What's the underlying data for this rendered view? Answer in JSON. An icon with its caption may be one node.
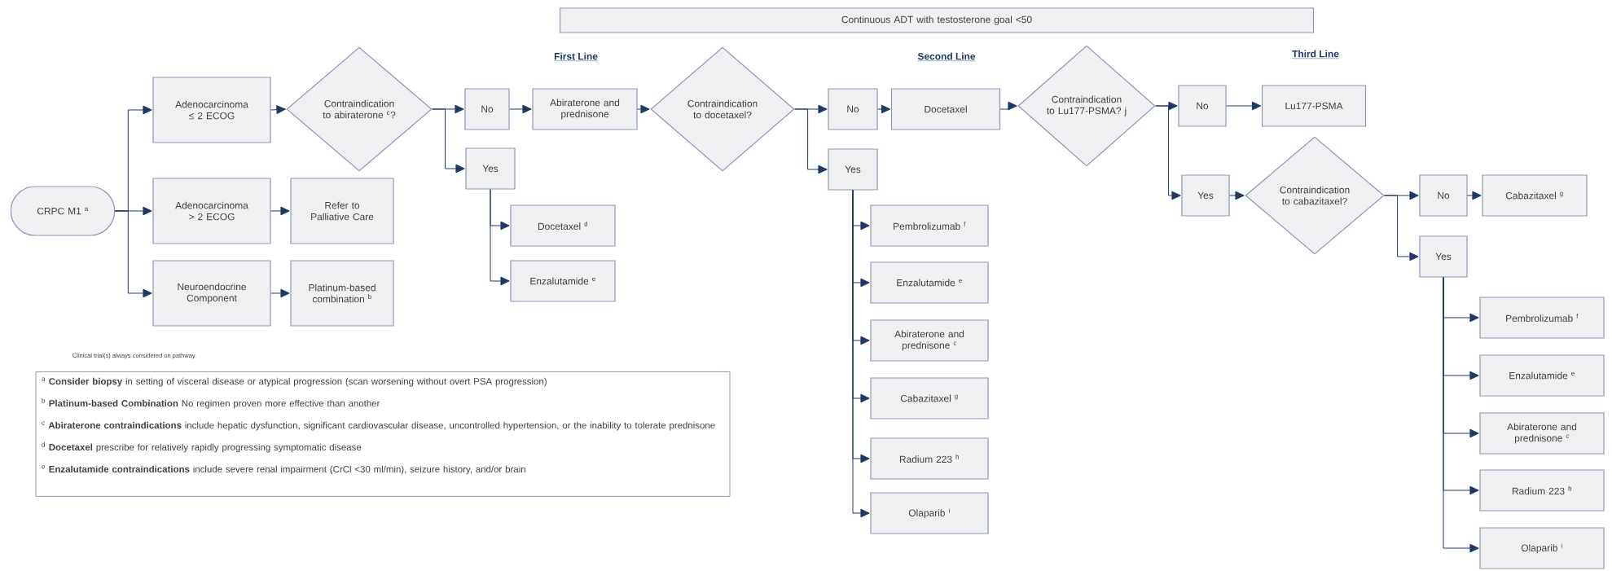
{
  "diagram": {
    "nodes": [
      {
        "text": [
          "Continuous ADT with testosterone goal <50"
        ]
      },
      {
        "text": [
          "CRPC M1 $^{a}$"
        ]
      },
      {
        "text": [
          "Adenocarcinoma ≤ 2 ECOG"
        ]
      },
      {
        "text": [
          "Contraindication to abiraterone $^{c}$?"
        ]
      },
      {
        "text": [
          "No"
        ]
      },
      {
        "text": [
          "Abiraterone and prednisone"
        ]
      },
      {
        "text": [
          "Contraindication to docetaxel?"
        ]
      },
      {
        "text": [
          "No"
        ]
      },
      {
        "text": [
          "Docetaxel"
        ]
      },
      {
        "text": [
          "Contraindication to Lu177-PSMA? j"
        ]
      },
      {
        "text": [
          "No"
        ]
      },
      {
        "text": [
          "Lu177-PSMA"
        ]
      },
      {
        "text": [
          "Yes"
        ]
      },
      {
        "text": [
          "Docetaxel $^{d}$"
        ]
      },
      {
        "text": [
          "Enzalutamide $^{e}$"
        ]
      },
      {
        "text": [
          "Adenocarcinoma > 2 ECOG"
        ]
      },
      {
        "text": [
          "Refer to Palliative Care"
        ]
      },
      {
        "text": [
          "Neuroendocrine Component"
        ]
      },
      {
        "text": [
          "Platinum-based combination $^{b}$"
        ]
      },
      {
        "text": [
          "Yes"
        ]
      },
      {
        "text": [
          "Pembrolizumab $^{f}$"
        ]
      },
      {
        "text": [
          "Enzalutamide $^{e}$"
        ]
      },
      {
        "text": [
          "Abiraterone and prednisone $^{c}$"
        ]
      },
      {
        "text": [
          "Cabazitaxel $^{g}$"
        ]
      },
      {
        "text": [
          "Radium 223 $^{h}$"
        ]
      },
      {
        "text": [
          "Olaparib $^{i}$"
        ]
      },
      {
        "text": [
          "Yes"
        ]
      },
      {
        "text": [
          "Contraindication to cabazitaxel?"
        ]
      },
      {
        "text": [
          "No"
        ]
      },
      {
        "text": [
          "Cabazitaxel $^{g}$"
        ]
      },
      {
        "text": [
          "Yes"
        ]
      },
      {
        "text": [
          "Pembrolizumab $^{f}$"
        ]
      },
      {
        "text": [
          "Enzalutamide $^{e}$"
        ]
      },
      {
        "text": [
          "Abiraterone and prednisone $^{c}$"
        ]
      },
      {
        "text": [
          "Radium 223 $^{h}$"
        ]
      },
      {
        "text": [
          "Olaparib $^{i}$"
        ]
      },
      {
        "text": [
          "$^{a}$ **Consider biopsy** in setting of visceral disease or atypical progression (scan worsening without overt PSA progression)",
          "$^{b}$ **Platinum-based Combination** No regimen proven more effective than another",
          "$^{c}$ **Abiraterone contraindications** include hepatic dysfunction, significant cardiovascular disease, uncontrolled hypertension, or the inability to tolerate prednisone",
          "$^{d}$ **Docetaxel** prescribe for relatively rapidly progressing symptomatic disease",
          "$^{e}$ **Enzalutamide contraindications** include severe renal impairment (CrCl <30 ml/min), seizure history, and/or brain"
        ]
      }
    ],
    "edges": [
      {
        "from": 1,
        "to": 2,
        "arrow": "to"
      },
      {
        "from": 1,
        "to": 15,
        "arrow": "to"
      },
      {
        "from": 1,
        "to": 17,
        "arrow": "to"
      },
      {
        "from": 2,
        "to": 3,
        "arrow": "to"
      },
      {
        "from": 3,
        "to": 4,
        "arrow": "to"
      },
      {
        "from": 3,
        "to": 12,
        "arrow": "to"
      },
      {
        "from": 4,
        "to": 5,
        "arrow": "to"
      },
      {
        "from": 5,
        "to": 6,
        "arrow": "to"
      },
      {
        "from": 6,
        "to": 7,
        "arrow": "to"
      },
      {
        "from": 6,
        "to": 19,
        "arrow": "to"
      },
      {
        "from": 7,
        "to": 8,
        "arrow": "to"
      },
      {
        "from": 8,
        "to": 9,
        "arrow": "to"
      },
      {
        "from": 9,
        "to": 10,
        "arrow": "to"
      },
      {
        "from": 9,
        "to": 26,
        "arrow": "to"
      },
      {
        "from": 10,
        "to": 11,
        "arrow": "to"
      },
      {
        "from": 12,
        "to": 13,
        "arrow": "to"
      },
      {
        "from": 12,
        "to": 14,
        "arrow": "to"
      },
      {
        "from": 15,
        "to": 16,
        "arrow": "to"
      },
      {
        "from": 17,
        "to": 18,
        "arrow": "to"
      },
      {
        "from": 19,
        "to": 20,
        "arrow": "to"
      },
      {
        "from": 19,
        "to": 21,
        "arrow": "to"
      },
      {
        "from": 19,
        "to": 22,
        "arrow": "to"
      },
      {
        "from": 19,
        "to": 23,
        "arrow": "to"
      },
      {
        "from": 19,
        "to": 24,
        "arrow": "to"
      },
      {
        "from": 19,
        "to": 25,
        "arrow": "to"
      },
      {
        "from": 26,
        "to": 27,
        "arrow": "to"
      },
      {
        "from": 27,
        "to": 28,
        "arrow": "to"
      },
      {
        "from": 27,
        "to": 30,
        "arrow": "to"
      },
      {
        "from": 28,
        "to": 29,
        "arrow": "to"
      },
      {
        "from": 30,
        "to": 31,
        "arrow": "to"
      },
      {
        "from": 30,
        "to": 32,
        "arrow": "to"
      },
      {
        "from": 30,
        "to": 33,
        "arrow": "to"
      },
      {
        "from": 30,
        "to": 34,
        "arrow": "to"
      },
      {
        "from": 30,
        "to": 35,
        "arrow": "to"
      }
    ],
    "labels": [
      "First Line",
      "Second Line",
      "Third Line",
      "Clinical trial(s) always considered on pathway."
    ]
  }
}
